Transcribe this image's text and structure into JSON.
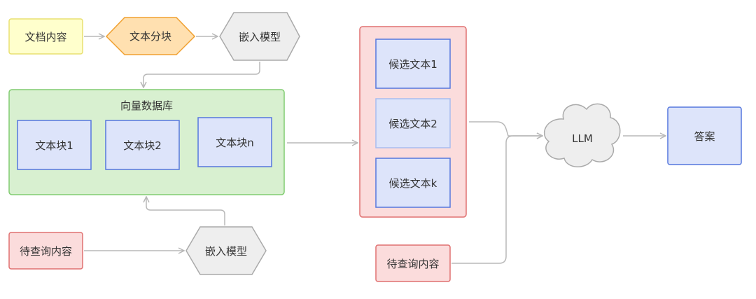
{
  "nodes": {
    "doc_content": "文档内容",
    "text_chunking": "文本分块",
    "embed_model_top": "嵌入模型",
    "vector_db": "向量数据库",
    "chunk_1": "文本块1",
    "chunk_2": "文本块2",
    "chunk_n": "文本块n",
    "query_left": "待查询内容",
    "embed_model_bottom": "嵌入模型",
    "candidate_1": "候选文本1",
    "candidate_2": "候选文本2",
    "candidate_k": "候选文本k",
    "query_right": "待查询内容",
    "llm": "LLM",
    "answer": "答案"
  },
  "colors": {
    "yellow_fill": "#ffffcc",
    "yellow_stroke": "#e8e070",
    "orange_fill": "#ffe0b0",
    "orange_stroke": "#f0a030",
    "gray_fill": "#eeeeee",
    "gray_stroke": "#aaaaaa",
    "green_fill": "#d8f0d0",
    "green_stroke": "#80cc70",
    "blue_fill": "#dde4fa",
    "blue_stroke": "#5577dd",
    "red_fill": "#fbdcdc",
    "red_stroke": "#e07070",
    "arrow": "#b8b8b8"
  }
}
